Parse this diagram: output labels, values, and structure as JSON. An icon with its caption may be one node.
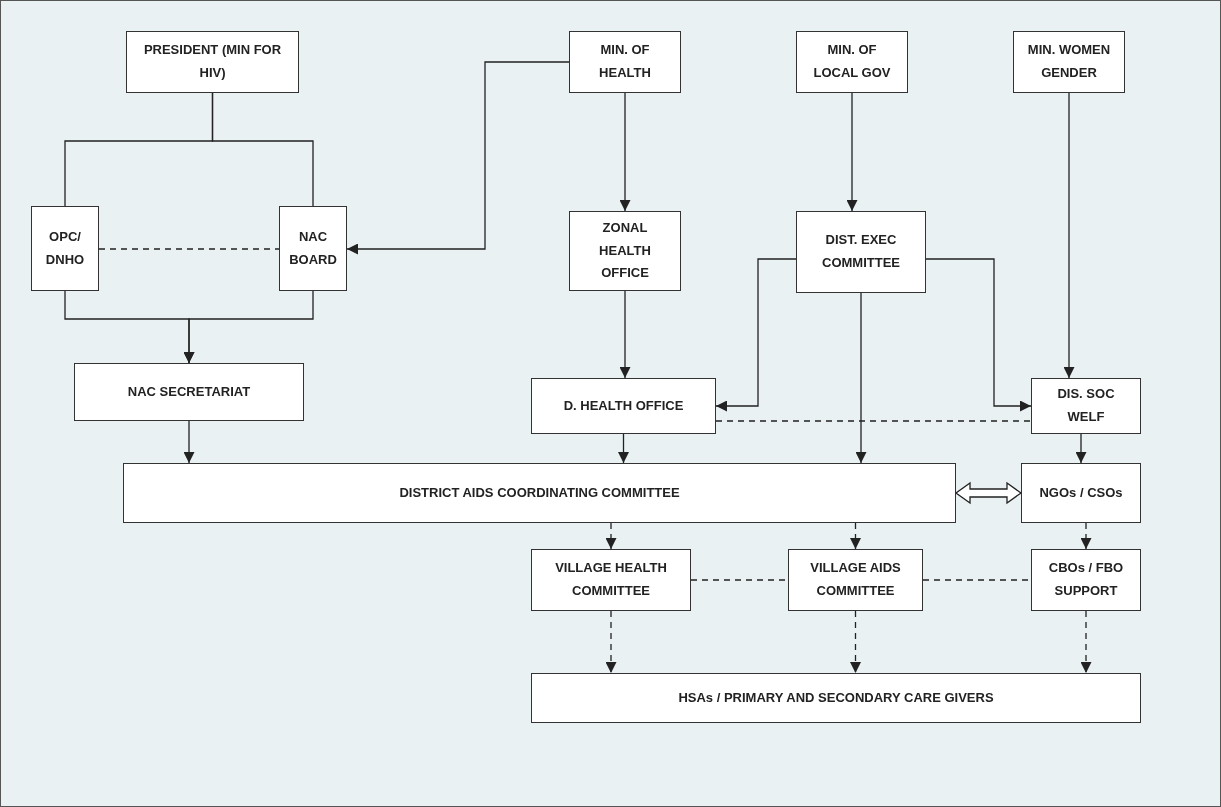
{
  "diagram": {
    "nodes": [
      {
        "text": [
          "PRESIDENT (MIN FOR HIV)"
        ]
      },
      {
        "text": [
          "OPC/ DNHO"
        ]
      },
      {
        "text": [
          "NAC BOARD"
        ]
      },
      {
        "text": [
          "NAC SECRETARIAT"
        ]
      },
      {
        "text": [
          "MIN. OF HEALTH"
        ]
      },
      {
        "text": [
          "MIN. OF LOCAL GOV"
        ]
      },
      {
        "text": [
          "MIN. WOMEN GENDER"
        ]
      },
      {
        "text": [
          "ZONAL HEALTH OFFICE"
        ]
      },
      {
        "text": [
          "DIST. EXEC COMMITTEE"
        ]
      },
      {
        "text": [
          "D. HEALTH OFFICE"
        ]
      },
      {
        "text": [
          "DIS. SOC WELF"
        ]
      },
      {
        "text": [
          "DISTRICT AIDS COORDINATING COMMITTEE"
        ]
      },
      {
        "text": [
          "NGOs / CSOs"
        ]
      },
      {
        "text": [
          "VILLAGE HEALTH COMMITTEE"
        ]
      },
      {
        "text": [
          "VILLAGE AIDS COMMITTEE"
        ]
      },
      {
        "text": [
          "CBOs / FBO SUPPORT"
        ]
      },
      {
        "text": [
          "HSAs / PRIMARY AND SECONDARY CARE GIVERS"
        ]
      }
    ],
    "edges": [
      {
        "from": 0,
        "to": 1,
        "arrow": "none"
      },
      {
        "from": 0,
        "to": 2,
        "arrow": "none"
      },
      {
        "from": 1,
        "to": 2,
        "arrow": "none",
        "style": "dashed"
      },
      {
        "from": 1,
        "to": 3,
        "arrow": "to"
      },
      {
        "from": 2,
        "to": 3,
        "arrow": "to"
      },
      {
        "from": 4,
        "to": 2,
        "arrow": "to"
      },
      {
        "from": 4,
        "to": 7,
        "arrow": "to"
      },
      {
        "from": 5,
        "to": 8,
        "arrow": "to"
      },
      {
        "from": 7,
        "to": 9,
        "arrow": "to"
      },
      {
        "from": 8,
        "to": 9,
        "arrow": "to"
      },
      {
        "from": 8,
        "to": 10,
        "arrow": "to"
      },
      {
        "from": 8,
        "to": 11,
        "arrow": "to"
      },
      {
        "from": 6,
        "to": 10,
        "arrow": "to"
      },
      {
        "from": 9,
        "to": 10,
        "arrow": "none",
        "style": "dashed"
      },
      {
        "from": 3,
        "to": 11,
        "arrow": "to"
      },
      {
        "from": 9,
        "to": 11,
        "arrow": "to"
      },
      {
        "from": 10,
        "to": 12,
        "arrow": "to"
      },
      {
        "from": 11,
        "to": 12,
        "arrow": "both",
        "style": "thick"
      },
      {
        "from": 11,
        "to": 13,
        "arrow": "to",
        "style": "dashed"
      },
      {
        "from": 11,
        "to": 14,
        "arrow": "to",
        "style": "dashed"
      },
      {
        "from": 12,
        "to": 15,
        "arrow": "to",
        "style": "dashed"
      },
      {
        "from": 13,
        "to": 14,
        "arrow": "none",
        "style": "dashed"
      },
      {
        "from": 14,
        "to": 15,
        "arrow": "none",
        "style": "dashed"
      },
      {
        "from": 13,
        "to": 16,
        "arrow": "to",
        "style": "dashed"
      },
      {
        "from": 14,
        "to": 16,
        "arrow": "to",
        "style": "dashed"
      },
      {
        "from": 15,
        "to": 16,
        "arrow": "to",
        "style": "dashed"
      }
    ]
  }
}
